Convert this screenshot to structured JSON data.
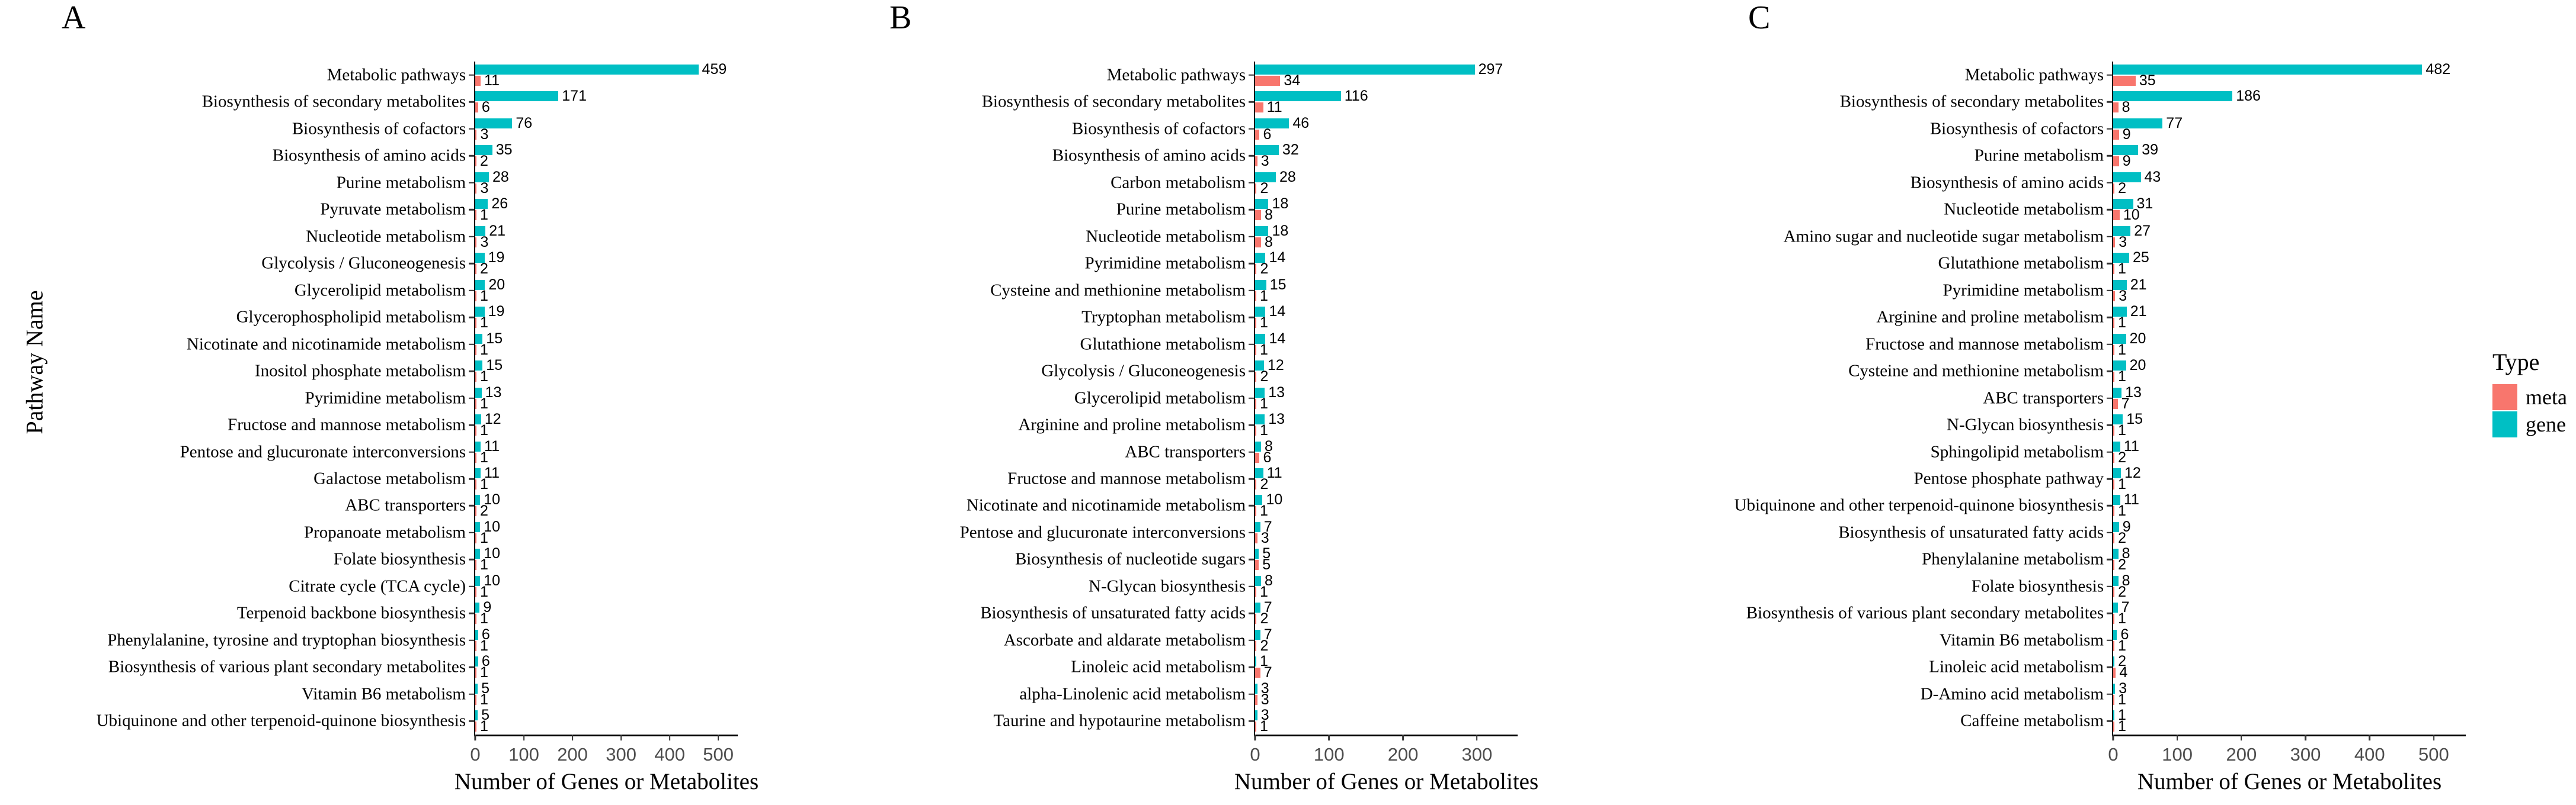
{
  "figure": {
    "background": "#ffffff",
    "legend": {
      "title": "Type",
      "items": [
        {
          "label": "meta",
          "color": "#F8766D"
        },
        {
          "label": "gene",
          "color": "#00BFC4"
        }
      ]
    },
    "colors": {
      "meta": "#F8766D",
      "gene": "#00BFC4",
      "axis_line": "#000000",
      "tick_mark": "#333333",
      "tick_label": "#4d4d4d"
    }
  },
  "chart_data": [
    {
      "panel": "A",
      "type": "bar",
      "orientation": "horizontal",
      "xlabel": "Number of Genes or Metabolites",
      "ylabel": "Pathway Name",
      "xticks": [
        0,
        100,
        200,
        300,
        400,
        500
      ],
      "xmax": 540,
      "grid": false,
      "categories": [
        "Metabolic pathways",
        "Biosynthesis of secondary metabolites",
        "Biosynthesis of cofactors",
        "Biosynthesis of amino acids",
        "Purine metabolism",
        "Pyruvate metabolism",
        "Nucleotide metabolism",
        "Glycolysis / Gluconeogenesis",
        "Glycerolipid metabolism",
        "Glycerophospholipid metabolism",
        "Nicotinate and nicotinamide metabolism",
        "Inositol phosphate metabolism",
        "Pyrimidine metabolism",
        "Fructose and mannose metabolism",
        "Pentose and glucuronate interconversions",
        "Galactose metabolism",
        "ABC transporters",
        "Propanoate metabolism",
        "Folate biosynthesis",
        "Citrate cycle (TCA cycle)",
        "Terpenoid backbone biosynthesis",
        "Phenylalanine, tyrosine and tryptophan biosynthesis",
        "Biosynthesis of various plant secondary metabolites",
        "Vitamin B6 metabolism",
        "Ubiquinone and other terpenoid-quinone biosynthesis"
      ],
      "series": [
        {
          "name": "gene",
          "color": "#00BFC4",
          "values": [
            459,
            171,
            76,
            35,
            28,
            26,
            21,
            19,
            20,
            19,
            15,
            15,
            13,
            12,
            11,
            11,
            10,
            10,
            10,
            10,
            9,
            6,
            6,
            5,
            5
          ]
        },
        {
          "name": "meta",
          "color": "#F8766D",
          "values": [
            11,
            6,
            3,
            2,
            3,
            1,
            3,
            2,
            1,
            1,
            1,
            1,
            1,
            1,
            1,
            1,
            2,
            1,
            1,
            1,
            1,
            1,
            1,
            1,
            1
          ]
        }
      ]
    },
    {
      "panel": "B",
      "type": "bar",
      "orientation": "horizontal",
      "xlabel": "Number of Genes or Metabolites",
      "ylabel": "",
      "xticks": [
        0,
        100,
        200,
        300
      ],
      "xmax": 355,
      "grid": false,
      "categories": [
        "Metabolic pathways",
        "Biosynthesis of secondary metabolites",
        "Biosynthesis of cofactors",
        "Biosynthesis of amino acids",
        "Carbon metabolism",
        "Purine metabolism",
        "Nucleotide metabolism",
        "Pyrimidine metabolism",
        "Cysteine and methionine metabolism",
        "Tryptophan metabolism",
        "Glutathione metabolism",
        "Glycolysis / Gluconeogenesis",
        "Glycerolipid metabolism",
        "Arginine and proline metabolism",
        "ABC transporters",
        "Fructose and mannose metabolism",
        "Nicotinate and nicotinamide metabolism",
        "Pentose and glucuronate interconversions",
        "Biosynthesis of nucleotide sugars",
        "N-Glycan biosynthesis",
        "Biosynthesis of unsaturated fatty acids",
        "Ascorbate and aldarate metabolism",
        "Linoleic acid metabolism",
        "alpha-Linolenic acid metabolism",
        "Taurine and hypotaurine metabolism"
      ],
      "series": [
        {
          "name": "gene",
          "color": "#00BFC4",
          "values": [
            297,
            116,
            46,
            32,
            28,
            18,
            18,
            14,
            15,
            14,
            14,
            12,
            13,
            13,
            8,
            11,
            10,
            7,
            5,
            8,
            7,
            7,
            1,
            3,
            3
          ]
        },
        {
          "name": "meta",
          "color": "#F8766D",
          "values": [
            34,
            11,
            6,
            3,
            2,
            8,
            8,
            2,
            1,
            1,
            1,
            2,
            1,
            1,
            6,
            2,
            1,
            3,
            5,
            1,
            2,
            2,
            7,
            3,
            1
          ]
        }
      ]
    },
    {
      "panel": "C",
      "type": "bar",
      "orientation": "horizontal",
      "xlabel": "Number of Genes or Metabolites",
      "ylabel": "",
      "xticks": [
        0,
        100,
        200,
        300,
        400,
        500
      ],
      "xmax": 550,
      "grid": false,
      "categories": [
        "Metabolic pathways",
        "Biosynthesis of secondary metabolites",
        "Biosynthesis of cofactors",
        "Purine metabolism",
        "Biosynthesis of amino acids",
        "Nucleotide metabolism",
        "Amino sugar and nucleotide sugar metabolism",
        "Glutathione metabolism",
        "Pyrimidine metabolism",
        "Arginine and proline metabolism",
        "Fructose and mannose metabolism",
        "Cysteine and methionine metabolism",
        "ABC transporters",
        "N-Glycan biosynthesis",
        "Sphingolipid metabolism",
        "Pentose phosphate pathway",
        "Ubiquinone and other terpenoid-quinone biosynthesis",
        "Biosynthesis of unsaturated fatty acids",
        "Phenylalanine metabolism",
        "Folate biosynthesis",
        "Biosynthesis of various plant secondary metabolites",
        "Vitamin B6 metabolism",
        "Linoleic acid metabolism",
        "D-Amino acid metabolism",
        "Caffeine metabolism"
      ],
      "series": [
        {
          "name": "gene",
          "color": "#00BFC4",
          "values": [
            482,
            186,
            77,
            39,
            43,
            31,
            27,
            25,
            21,
            21,
            20,
            20,
            13,
            15,
            11,
            12,
            11,
            9,
            8,
            8,
            7,
            6,
            2,
            3,
            1
          ]
        },
        {
          "name": "meta",
          "color": "#F8766D",
          "values": [
            35,
            8,
            9,
            9,
            2,
            10,
            3,
            1,
            3,
            1,
            1,
            1,
            7,
            1,
            2,
            1,
            1,
            2,
            2,
            2,
            1,
            1,
            4,
            1,
            1
          ]
        }
      ]
    }
  ]
}
